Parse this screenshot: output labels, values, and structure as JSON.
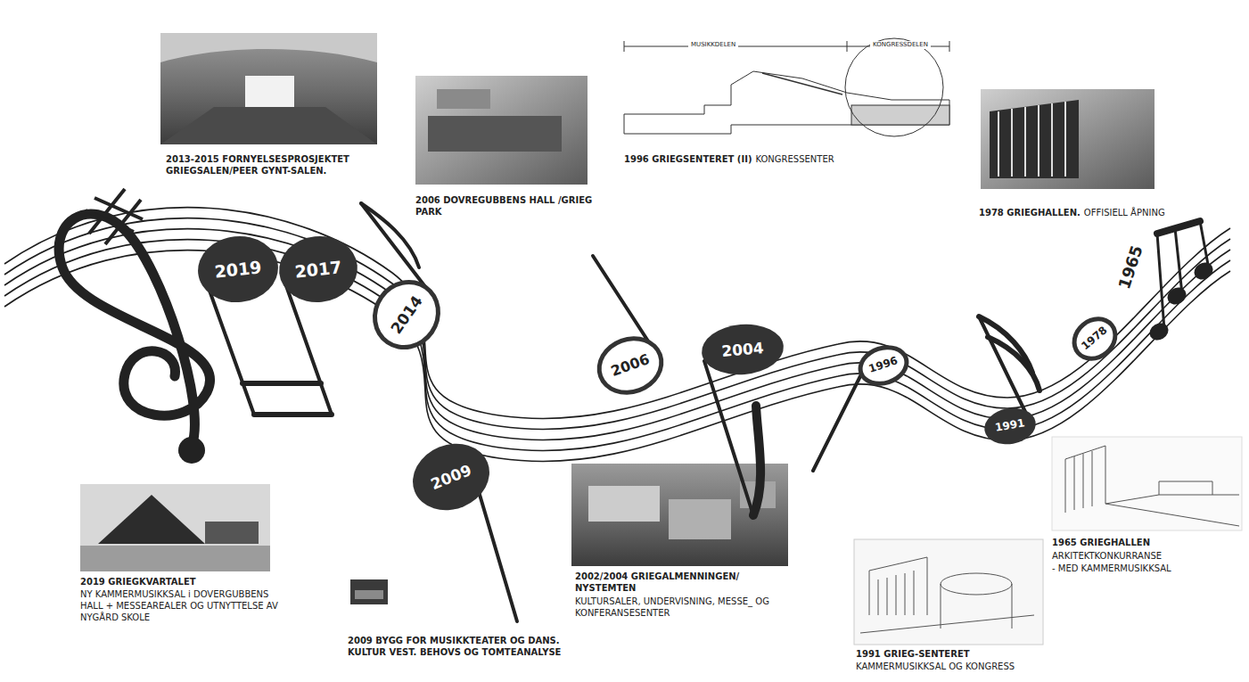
{
  "diagram": {
    "nodes": [
      {
        "text": [
          "2019"
        ]
      },
      {
        "text": [
          "2017"
        ]
      },
      {
        "text": [
          "2014"
        ]
      },
      {
        "text": [
          "2009"
        ]
      },
      {
        "text": [
          "2006"
        ]
      },
      {
        "text": [
          "2004"
        ]
      },
      {
        "text": [
          "1996"
        ]
      },
      {
        "text": [
          "1991"
        ]
      },
      {
        "text": [
          "1978"
        ]
      }
    ],
    "labels": [
      "2013-2015 FORNYELSESPROSJEKTET GRIEGSALEN/PEER GYNT-SALEN.",
      "2006 DOVREGUBBENS HALL /GRIEG PARK",
      "MUSIKKDELEN",
      "KONGRESSDELEN",
      "1996 GRIEGSENTERET (II)",
      "KONGRESSENTER",
      "1978 GRIEGHALLEN.",
      "OFFISIELL ÅPNING",
      "2019 GRIEGKVARTALET",
      "NY KAMMERMUSIKKSAL i DOVERGUBBENS HALL + MESSEAREALER OG UTNYTTELSE AV NYGÅRD SKOLE",
      "2009 BYGG FOR MUSIKKTEATER OG DANS. KULTUR VEST. BEHOVS OG TOMTEANALYSE",
      "2002/2004 GRIEGALMENNINGEN/ NYSTEMTEN",
      "KULTURSALER, UNDERVISNING, MESSE_ OG KONFERANSESENTER",
      "1991 GRIEG-SENTERET",
      "KAMMERMUSIKKSAL OG KONGRESS",
      "1965 GRIEGHALLEN",
      "ARKITEKTKONKURRANSE",
      "- MED KAMMERMUSIKKSAL",
      "1965"
    ]
  }
}
